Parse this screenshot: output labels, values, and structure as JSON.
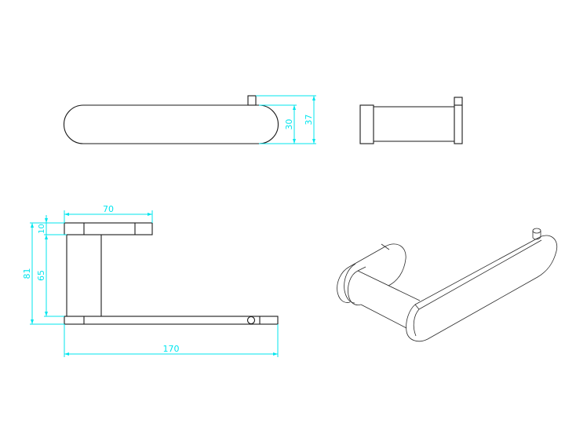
{
  "drawing": {
    "title": "Toilet roll holder technical drawing",
    "colors": {
      "outline": "#1a1a1a",
      "dimension": "#00e5ee",
      "background": "#ffffff"
    },
    "views": {
      "front": {
        "label": "front-view",
        "dimensions": {
          "body_height": "30",
          "total_height": "37"
        }
      },
      "side": {
        "label": "side-view"
      },
      "top": {
        "label": "top-view",
        "dimensions": {
          "arm_length": "70",
          "plate_thickness": "10",
          "post_height": "65",
          "total_height": "81",
          "total_length": "170"
        }
      },
      "isometric": {
        "label": "isometric-view"
      }
    }
  }
}
